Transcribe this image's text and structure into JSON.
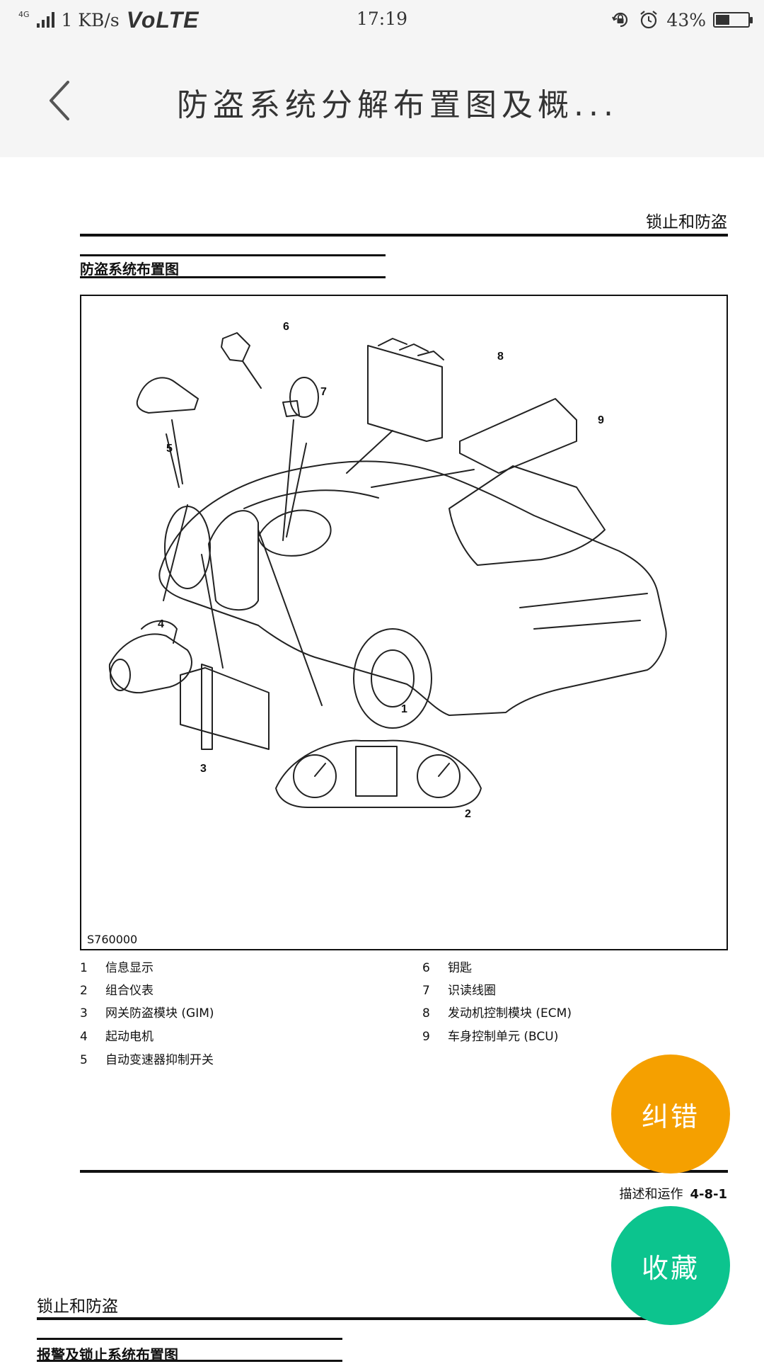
{
  "status_bar": {
    "network": "4G",
    "speed": "1 KB/s",
    "volte": "VoLTE",
    "time": "17:19",
    "battery_percent": "43%",
    "battery_level": 0.43,
    "icons": [
      "signal-icon",
      "rotation-lock-icon",
      "alarm-icon",
      "battery-icon"
    ]
  },
  "header": {
    "back_icon": "chevron-left-icon",
    "title": "防盗系统分解布置图及概..."
  },
  "document": {
    "section_title": "锁止和防盗",
    "subheading": "防盗系统布置图",
    "figure": {
      "code": "S760000",
      "callouts": [
        "1",
        "2",
        "3",
        "4",
        "5",
        "6",
        "7",
        "8",
        "9"
      ]
    },
    "legend": [
      {
        "num": "1",
        "label": "信息显示"
      },
      {
        "num": "2",
        "label": "组合仪表"
      },
      {
        "num": "3",
        "label": "网关防盗模块 (GIM)"
      },
      {
        "num": "4",
        "label": "起动电机"
      },
      {
        "num": "5",
        "label": "自动变速器抑制开关"
      },
      {
        "num": "6",
        "label": "钥匙"
      },
      {
        "num": "7",
        "label": "识读线圈"
      },
      {
        "num": "8",
        "label": "发动机控制模块 (ECM)"
      },
      {
        "num": "9",
        "label": "车身控制单元 (BCU)"
      }
    ],
    "footer": {
      "text": "描述和运作",
      "page": "4-8-1"
    },
    "next_section_title": "锁止和防盗",
    "next_subheading": "报警及锁止系统布置图"
  },
  "actions": {
    "correct_label": "纠错",
    "favorite_label": "收藏",
    "correct_color": "#f5a000",
    "favorite_color": "#0cc48e"
  }
}
